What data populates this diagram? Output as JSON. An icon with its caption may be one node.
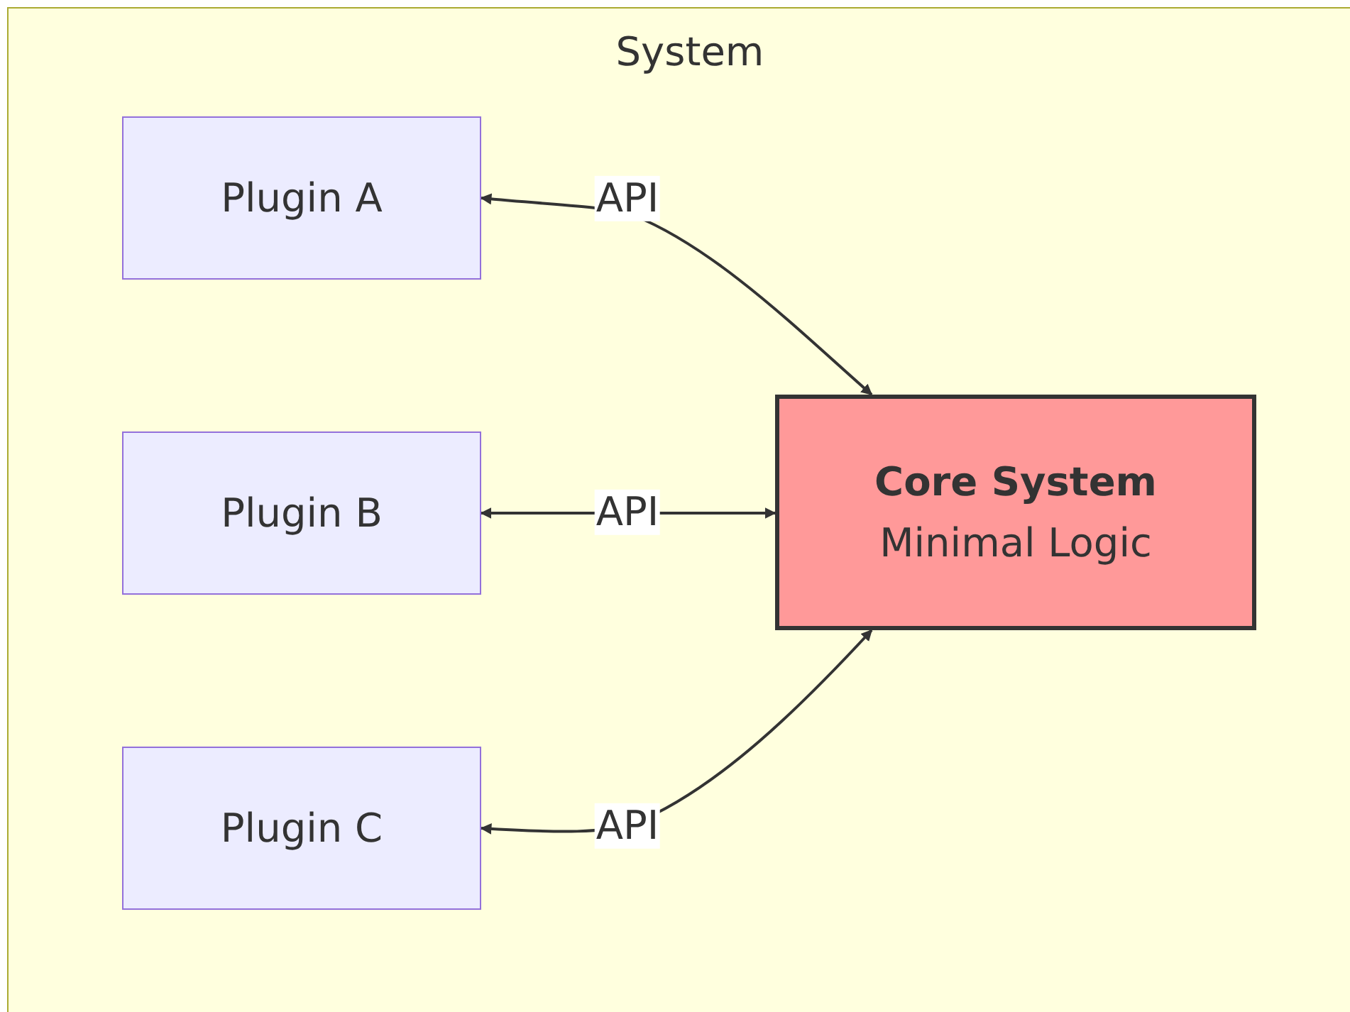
{
  "diagram": {
    "nodes": [
      {
        "text": [
          "System"
        ]
      },
      {
        "text": [
          "Plugin A"
        ],
        "in": 0
      },
      {
        "text": [
          "Plugin B"
        ],
        "in": 0
      },
      {
        "text": [
          "Core System",
          "Minimal Logic"
        ],
        "in": 0
      },
      {
        "text": [
          "Plugin C"
        ],
        "in": 0
      }
    ],
    "edges": [
      {
        "from": 3,
        "to": 1,
        "arrow": "both",
        "label": "API"
      },
      {
        "from": 3,
        "to": 2,
        "arrow": "both",
        "label": "API"
      },
      {
        "from": 3,
        "to": 4,
        "arrow": "both",
        "label": "API"
      }
    ]
  }
}
